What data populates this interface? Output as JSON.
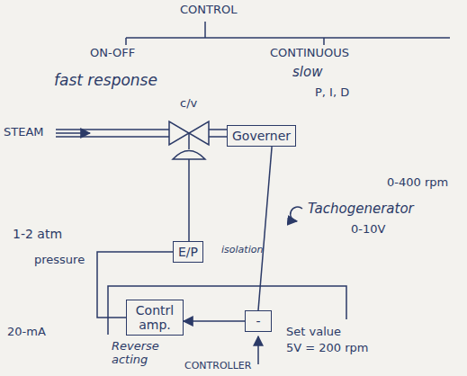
{
  "diagram": {
    "nodes": [
      {
        "text": [
          "Governer"
        ]
      },
      {
        "text": [
          "E/P"
        ]
      },
      {
        "text": [
          "Contrl amp."
        ]
      },
      {
        "text": [
          "-"
        ]
      }
    ],
    "edges": [
      {
        "from": 3,
        "to": 2,
        "arrow": "to"
      },
      {
        "from": 2,
        "to": 1,
        "arrow": "none"
      },
      {
        "from": 0,
        "to": 3,
        "arrow": "none"
      }
    ],
    "labels": [
      "CONTROL",
      "ON-OFF",
      "CONTINUOUS",
      "fast response",
      "slow",
      "P, I, D",
      "STEAM",
      "c/v",
      "1-2 atm",
      "pressure",
      "isolation",
      "0-400 rpm",
      "Tachogenerator",
      "0-10V",
      "20-mA",
      "Reverse acting",
      "Set value",
      "5V = 200 rpm",
      "CONTROLLER"
    ]
  }
}
